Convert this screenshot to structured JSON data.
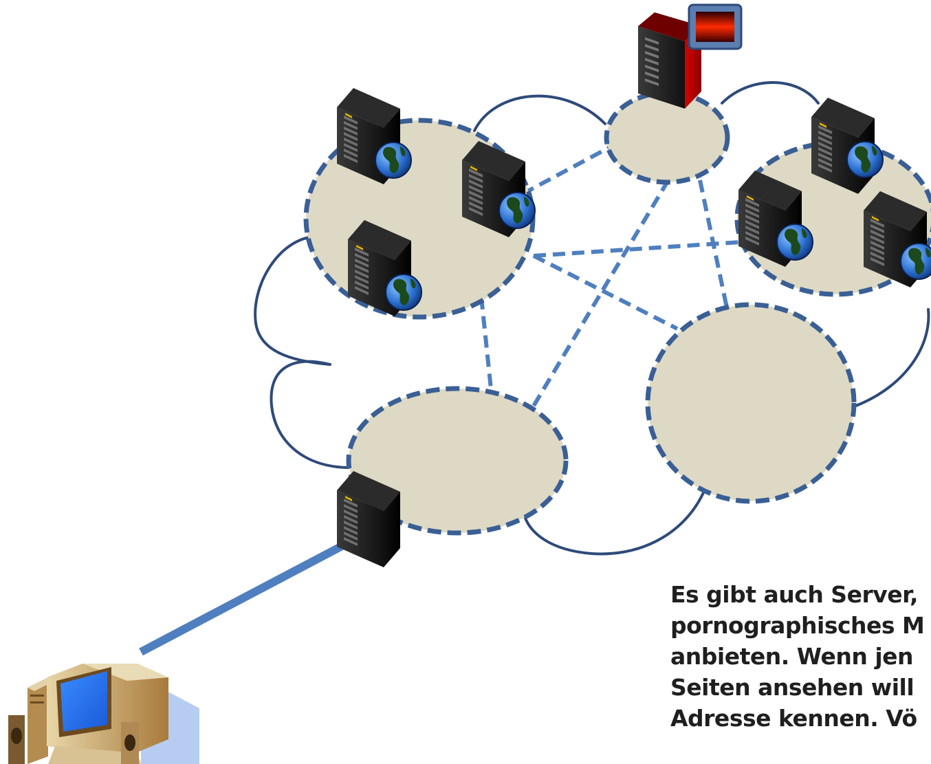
{
  "caption": {
    "lines": [
      "Es gibt auch Server,",
      "pornographisches M",
      "anbieten. Wenn jen",
      "Seiten ansehen will",
      "Adresse kennen. Vö"
    ]
  },
  "colors": {
    "cloud_outline": "#2e4a7a",
    "subnet_fill": "#ddd9c4",
    "subnet_border": "#3a5f95",
    "link": "#4f7fbf",
    "server_body": "#1c1c1c",
    "flagged_server": "#c00000"
  },
  "icons": {
    "server": "server-rack-icon",
    "globe": "globe-icon",
    "flagged": "red-server-with-warning-screen-icon",
    "client": "desktop-computer-icon"
  }
}
